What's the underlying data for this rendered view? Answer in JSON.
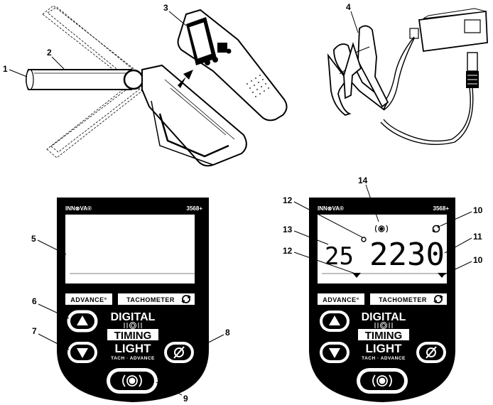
{
  "callouts": {
    "c1": "1",
    "c2": "2",
    "c3": "3",
    "c4": "4",
    "c5": "5",
    "c6": "6",
    "c7": "7",
    "c8": "8",
    "c9": "9",
    "c10a": "10",
    "c10b": "10",
    "c11": "11",
    "c12a": "12",
    "c12b": "12",
    "c13": "13",
    "c14": "14"
  },
  "panel_left": {
    "brand": "INN⊗VA®",
    "model": "3568+",
    "advance_label": "ADVANCE°",
    "tach_label": "TACHOMETER",
    "logo_line1": "DIGITAL",
    "logo_line2": "TIMING",
    "logo_line3": "LIGHT",
    "logo_line4": "TACH · ADVANCE"
  },
  "panel_right": {
    "brand": "INN⊗VA®",
    "model": "3568+",
    "advance_label": "ADVANCE°",
    "tach_label": "TACHOMETER",
    "advance_value": "25",
    "rpm_value": "2230",
    "logo_line1": "DIGITAL",
    "logo_line2": "TIMING",
    "logo_line3": "LIGHT",
    "logo_line4": "TACH · ADVANCE"
  },
  "icons": {
    "up": "▲",
    "down": "▼",
    "zero": "ø",
    "strobe": "(◎)",
    "tach": "tach-refresh-icon"
  },
  "colors": {
    "ink": "#000000",
    "paper": "#ffffff",
    "lcd": "#ffffff"
  }
}
